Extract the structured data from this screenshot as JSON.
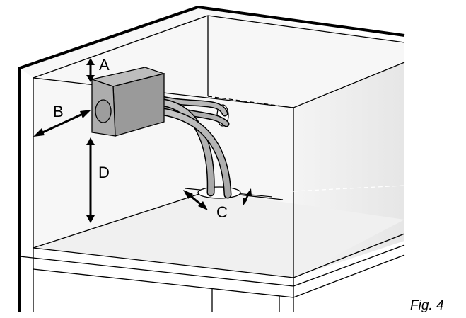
{
  "labels": {
    "a": "A",
    "b": "B",
    "c": "C",
    "d": "D"
  },
  "caption": "Fig. 4"
}
